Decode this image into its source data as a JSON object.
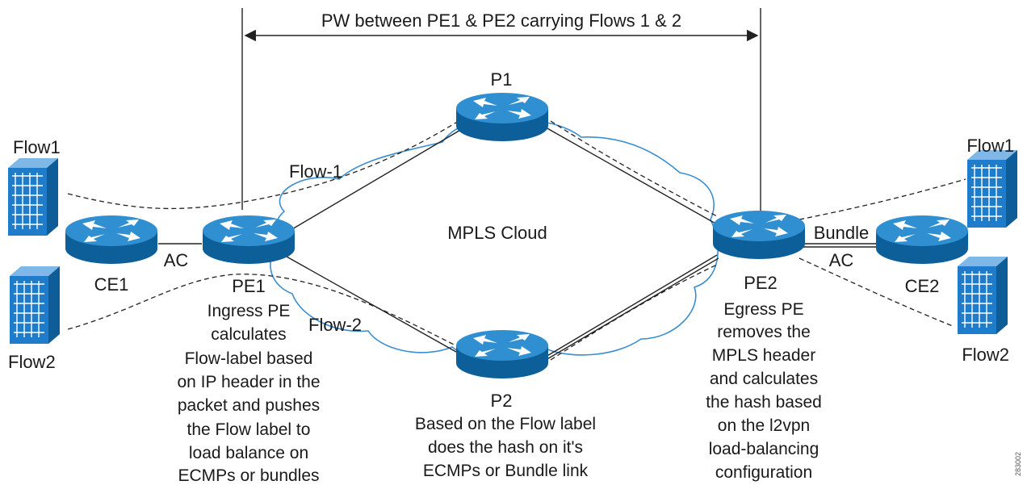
{
  "top_span_label": "PW between PE1 & PE2 carrying Flows 1 & 2",
  "cloud_label": "MPLS Cloud",
  "routers": {
    "p1": "P1",
    "p2": "P2",
    "pe1": "PE1",
    "pe2": "PE2",
    "ce1": "CE1",
    "ce2": "CE2"
  },
  "flows": {
    "left_top": "Flow1",
    "left_bottom": "Flow2",
    "right_top": "Flow1",
    "right_bottom": "Flow2",
    "path_top": "Flow-1",
    "path_bottom": "Flow-2"
  },
  "links": {
    "ac_left": "AC",
    "ac_right": "AC",
    "bundle_right": "Bundle"
  },
  "notes": {
    "pe1": [
      "Ingress PE",
      "calculates",
      "Flow-label based",
      "on IP header in the",
      "packet and pushes",
      "the Flow label to",
      "load balance on",
      "ECMPs or bundles"
    ],
    "p2": [
      "Based on the Flow label",
      "does the hash on it's",
      "ECMPs or Bundle link"
    ],
    "pe2": [
      "Egress PE",
      "removes the",
      "MPLS header",
      "and calculates",
      "the hash based",
      "on the l2vpn",
      "load-balancing",
      "configuration"
    ]
  },
  "figure_id": "283002",
  "colors": {
    "router_top": "#2f8fd0",
    "router_side": "#0d5f9a",
    "cloud_outline": "#3a8ed0",
    "server": "#1f7ccb"
  }
}
